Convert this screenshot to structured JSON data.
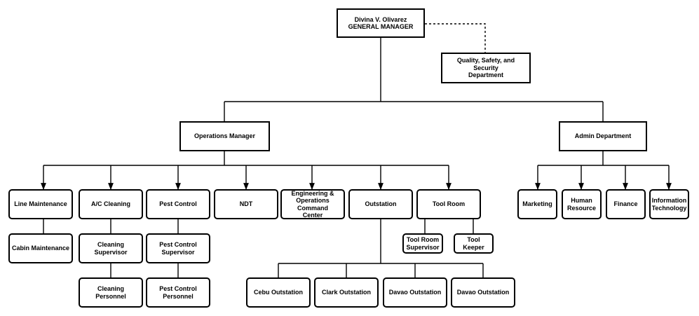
{
  "colors": {
    "line": "#000000",
    "box_fill": "#ffffff",
    "text": "#000000"
  },
  "nodes": {
    "gm": {
      "lines": [
        "Divina V. Olivarez",
        "GENERAL MANAGER"
      ]
    },
    "qss": {
      "lines": [
        "Quality, Safety, and Security",
        "Department"
      ]
    },
    "ops": {
      "lines": [
        "Operations Manager"
      ]
    },
    "admin": {
      "lines": [
        "Admin Department"
      ]
    },
    "line_maint": {
      "lines": [
        "Line Maintenance"
      ]
    },
    "cabin_maint": {
      "lines": [
        "Cabin Maintenance"
      ]
    },
    "ac_cleaning": {
      "lines": [
        "A/C Cleaning"
      ]
    },
    "cleaning_sup": {
      "lines": [
        "Cleaning Supervisor"
      ]
    },
    "cleaning_per": {
      "lines": [
        "Cleaning Personnel"
      ]
    },
    "pest_control": {
      "lines": [
        "Pest Control"
      ]
    },
    "pest_sup": {
      "lines": [
        "Pest Control",
        "Supervisor"
      ]
    },
    "pest_per": {
      "lines": [
        "Pest Control",
        "Personnel"
      ]
    },
    "ndt": {
      "lines": [
        "NDT"
      ]
    },
    "eng_ops": {
      "lines": [
        "Engineering &",
        "Operations Command",
        "Center"
      ]
    },
    "outstation": {
      "lines": [
        "Outstation"
      ]
    },
    "cebu": {
      "lines": [
        "Cebu Outstation"
      ]
    },
    "clark": {
      "lines": [
        "Clark Outstation"
      ]
    },
    "davao1": {
      "lines": [
        "Davao Outstation"
      ]
    },
    "davao2": {
      "lines": [
        "Davao Outstation"
      ]
    },
    "tool_room": {
      "lines": [
        "Tool Room"
      ]
    },
    "tool_sup": {
      "lines": [
        "Tool Room",
        "Supervisor"
      ]
    },
    "tool_keeper": {
      "lines": [
        "Tool Keeper"
      ]
    },
    "marketing": {
      "lines": [
        "Marketing"
      ]
    },
    "hr": {
      "lines": [
        "Human",
        "Resource"
      ]
    },
    "finance": {
      "lines": [
        "Finance"
      ]
    },
    "it": {
      "lines": [
        "Information",
        "Technology"
      ]
    }
  }
}
